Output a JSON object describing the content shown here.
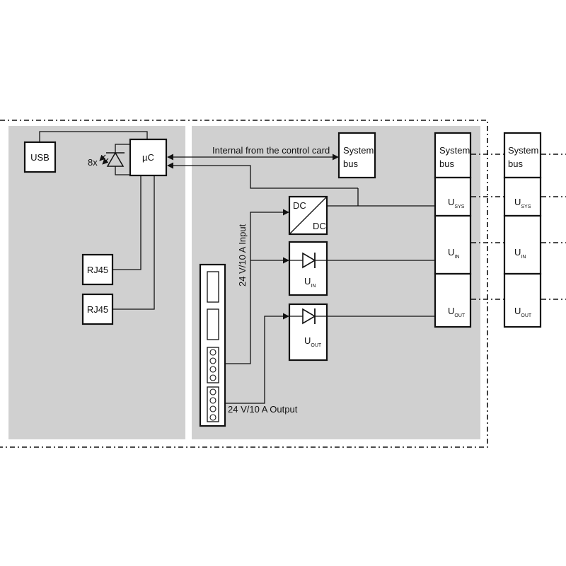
{
  "diagram": {
    "usb": "USB",
    "led_count": "8x",
    "uc": "µC",
    "rj45_1": "RJ45",
    "rj45_2": "RJ45",
    "internal_link": "Internal from the control card",
    "sysbus_inner": [
      "System",
      "bus"
    ],
    "sysbus_right": [
      "System",
      "bus"
    ],
    "sysbus_ext": [
      "System",
      "bus"
    ],
    "dcdc_in": "DC",
    "dcdc_out": "DC",
    "u_label": "U",
    "u_in_sub": "IN",
    "u_out_sub": "OUT",
    "u_sys_sub": "SYS",
    "input_label": "24 V/10 A Input",
    "output_label": "24 V/10 A Output"
  },
  "colors": {
    "panel": "#d0d0d0",
    "line": "#111111",
    "box": "#ffffff"
  }
}
